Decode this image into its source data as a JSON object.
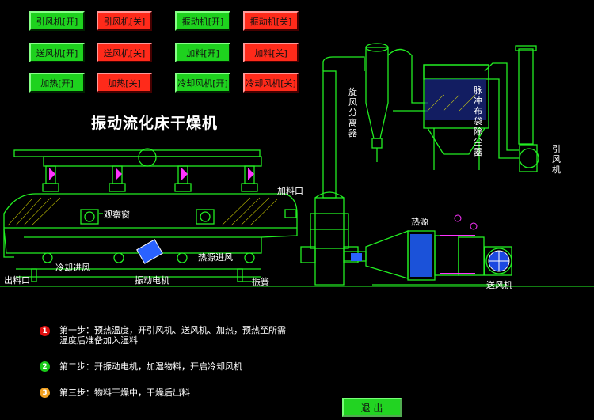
{
  "buttons": [
    {
      "label": "引风机[开]",
      "state": "on"
    },
    {
      "label": "引风机[关]",
      "state": "off"
    },
    {
      "label": "振动机[开]",
      "state": "on"
    },
    {
      "label": "振动机[关]",
      "state": "off"
    },
    {
      "label": "送风机[开]",
      "state": "on"
    },
    {
      "label": "送风机[关]",
      "state": "off"
    },
    {
      "label": "加料[开]",
      "state": "on"
    },
    {
      "label": "加料[关]",
      "state": "off"
    },
    {
      "label": "加热[开]",
      "state": "on"
    },
    {
      "label": "加热[关]",
      "state": "off"
    },
    {
      "label": "冷却风机[开]",
      "state": "on"
    },
    {
      "label": "冷却风机[关]",
      "state": "off"
    }
  ],
  "title": "振动流化床干燥机",
  "labels": {
    "observation_window": "观察窗",
    "feed_port": "加料口",
    "discharge_port": "出料口",
    "cooling_inlet": "冷却进风",
    "vibration_motor": "振动电机",
    "hot_air_inlet": "热源进风",
    "spring": "振簧",
    "heat_source": "热源",
    "blower": "送风机",
    "cyclone": "旋风分离器",
    "bag_filter": "脉冲布袋除尘器",
    "induced_fan": "引风机"
  },
  "steps": [
    {
      "num": "1",
      "color": "#e01010",
      "line1": "第一步：预热温度，开引风机、送风机、加热，预热至所需",
      "line2": "温度后准备加入湿料"
    },
    {
      "num": "2",
      "color": "#18c818",
      "line1": "第二步：开振动电机，加湿物料，开启冷却风机",
      "line2": ""
    },
    {
      "num": "3",
      "color": "#f0a020",
      "line1": "第三步：物料干燥中，干燥后出料",
      "line2": ""
    }
  ],
  "exit_label": "退 出",
  "colors": {
    "pipe": "#22ee22",
    "frame": "#1fd91f",
    "magenta": "#ff33ff",
    "blue": "#2a62ff",
    "yellow": "#ffff00"
  }
}
